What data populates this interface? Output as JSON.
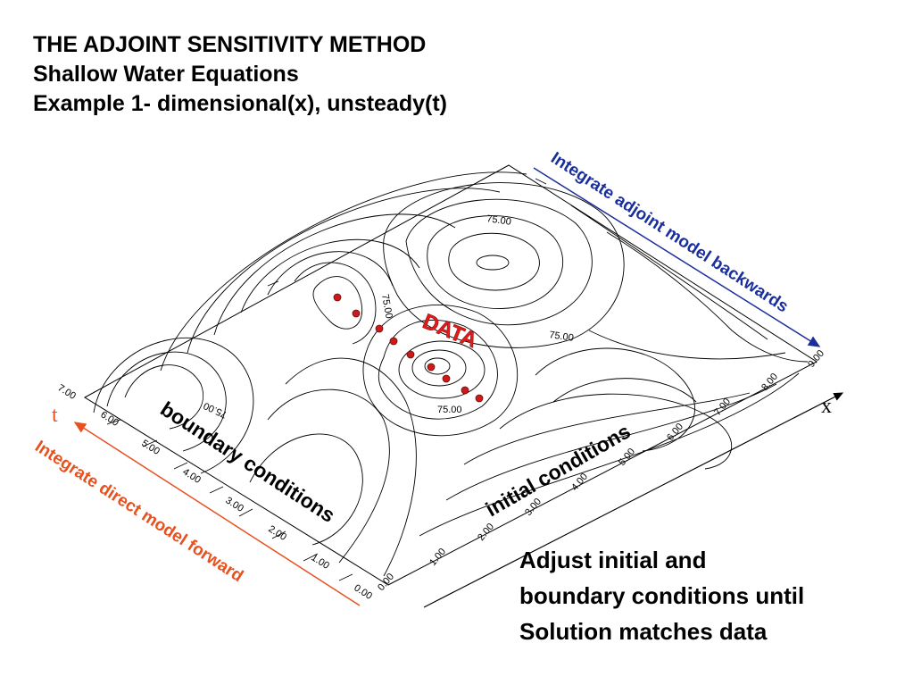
{
  "title": {
    "line1": "THE ADJOINT SENSITIVITY METHOD",
    "line2": "Shallow Water Equations",
    "line3": "Example  1- dimensional(x), unsteady(t)"
  },
  "note": {
    "line1": "Adjust initial and",
    "line2": "boundary conditions until",
    "line3": "Solution matches data"
  },
  "labels": {
    "adjoint_arrow": "Integrate adjoint model backwards",
    "direct_arrow": "Integrate direct model forward",
    "data": "DATA",
    "boundary": "boundary conditions",
    "initial": "initial conditions",
    "x_axis": "x",
    "t_axis": "t"
  },
  "plot": {
    "t_ticks": [
      "0.00",
      "1.00",
      "2.00",
      "3.00",
      "4.00",
      "5.00",
      "6.00",
      "7.00"
    ],
    "x_ticks": [
      "0.00",
      "1.00",
      "2.00",
      "3.00",
      "4.00",
      "5.00",
      "6.00",
      "7.00",
      "8.00",
      "9.00"
    ],
    "contour_labels": [
      "75.00",
      "75.00",
      "75.00",
      "75.00",
      "75.00"
    ]
  },
  "colors": {
    "adjoint": "#1a2f9c",
    "direct": "#e8501e",
    "data": "#e01b1b",
    "data_points": "#cc1a1a"
  }
}
